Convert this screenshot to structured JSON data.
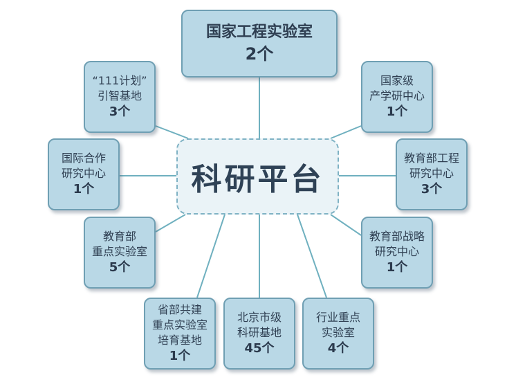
{
  "center": {
    "label": "科研平台"
  },
  "nodes": [
    {
      "lines": [
        "国家工程实验室"
      ],
      "count": "2个"
    },
    {
      "lines": [
        "国家级",
        "产学研中心"
      ],
      "count": "1个"
    },
    {
      "lines": [
        "教育部工程",
        "研究中心"
      ],
      "count": "3个"
    },
    {
      "lines": [
        "教育部战略",
        "研究中心"
      ],
      "count": "1个"
    },
    {
      "lines": [
        "行业重点",
        "实验室"
      ],
      "count": "4个"
    },
    {
      "lines": [
        "北京市级",
        "科研基地"
      ],
      "count": "45个"
    },
    {
      "lines": [
        "省部共建",
        "重点实验室",
        "培育基地"
      ],
      "count": "1个"
    },
    {
      "lines": [
        "教育部",
        "重点实验室"
      ],
      "count": "5个"
    },
    {
      "lines": [
        "国际合作",
        "研究中心"
      ],
      "count": "1个"
    },
    {
      "lines": [
        "“111计划”",
        "引智基地"
      ],
      "count": "3个"
    }
  ]
}
